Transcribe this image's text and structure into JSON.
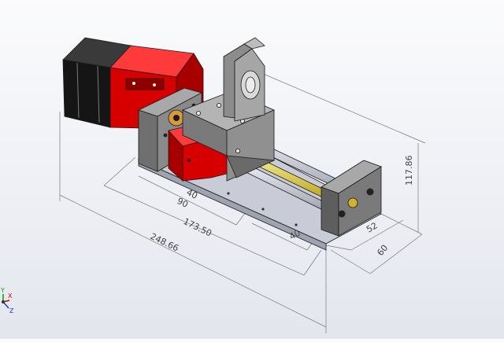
{
  "dimensions": {
    "overall_length": "248.66",
    "rail_length": "173.50",
    "span_90": "90",
    "span_40_top": "40",
    "span_40_right": "40",
    "height": "117.86",
    "width_52": "52",
    "depth_60": "60"
  },
  "triad": {
    "x": "X",
    "y": "Y",
    "z": "Z"
  },
  "colors": {
    "motor_black": "#151515",
    "coupler_red": "#d60000",
    "frame_gray": "#8a8a8a",
    "base_plate": "#c9ccd6",
    "lead_screw": "#e6d23a",
    "guide_rod": "#c9cdd7"
  }
}
